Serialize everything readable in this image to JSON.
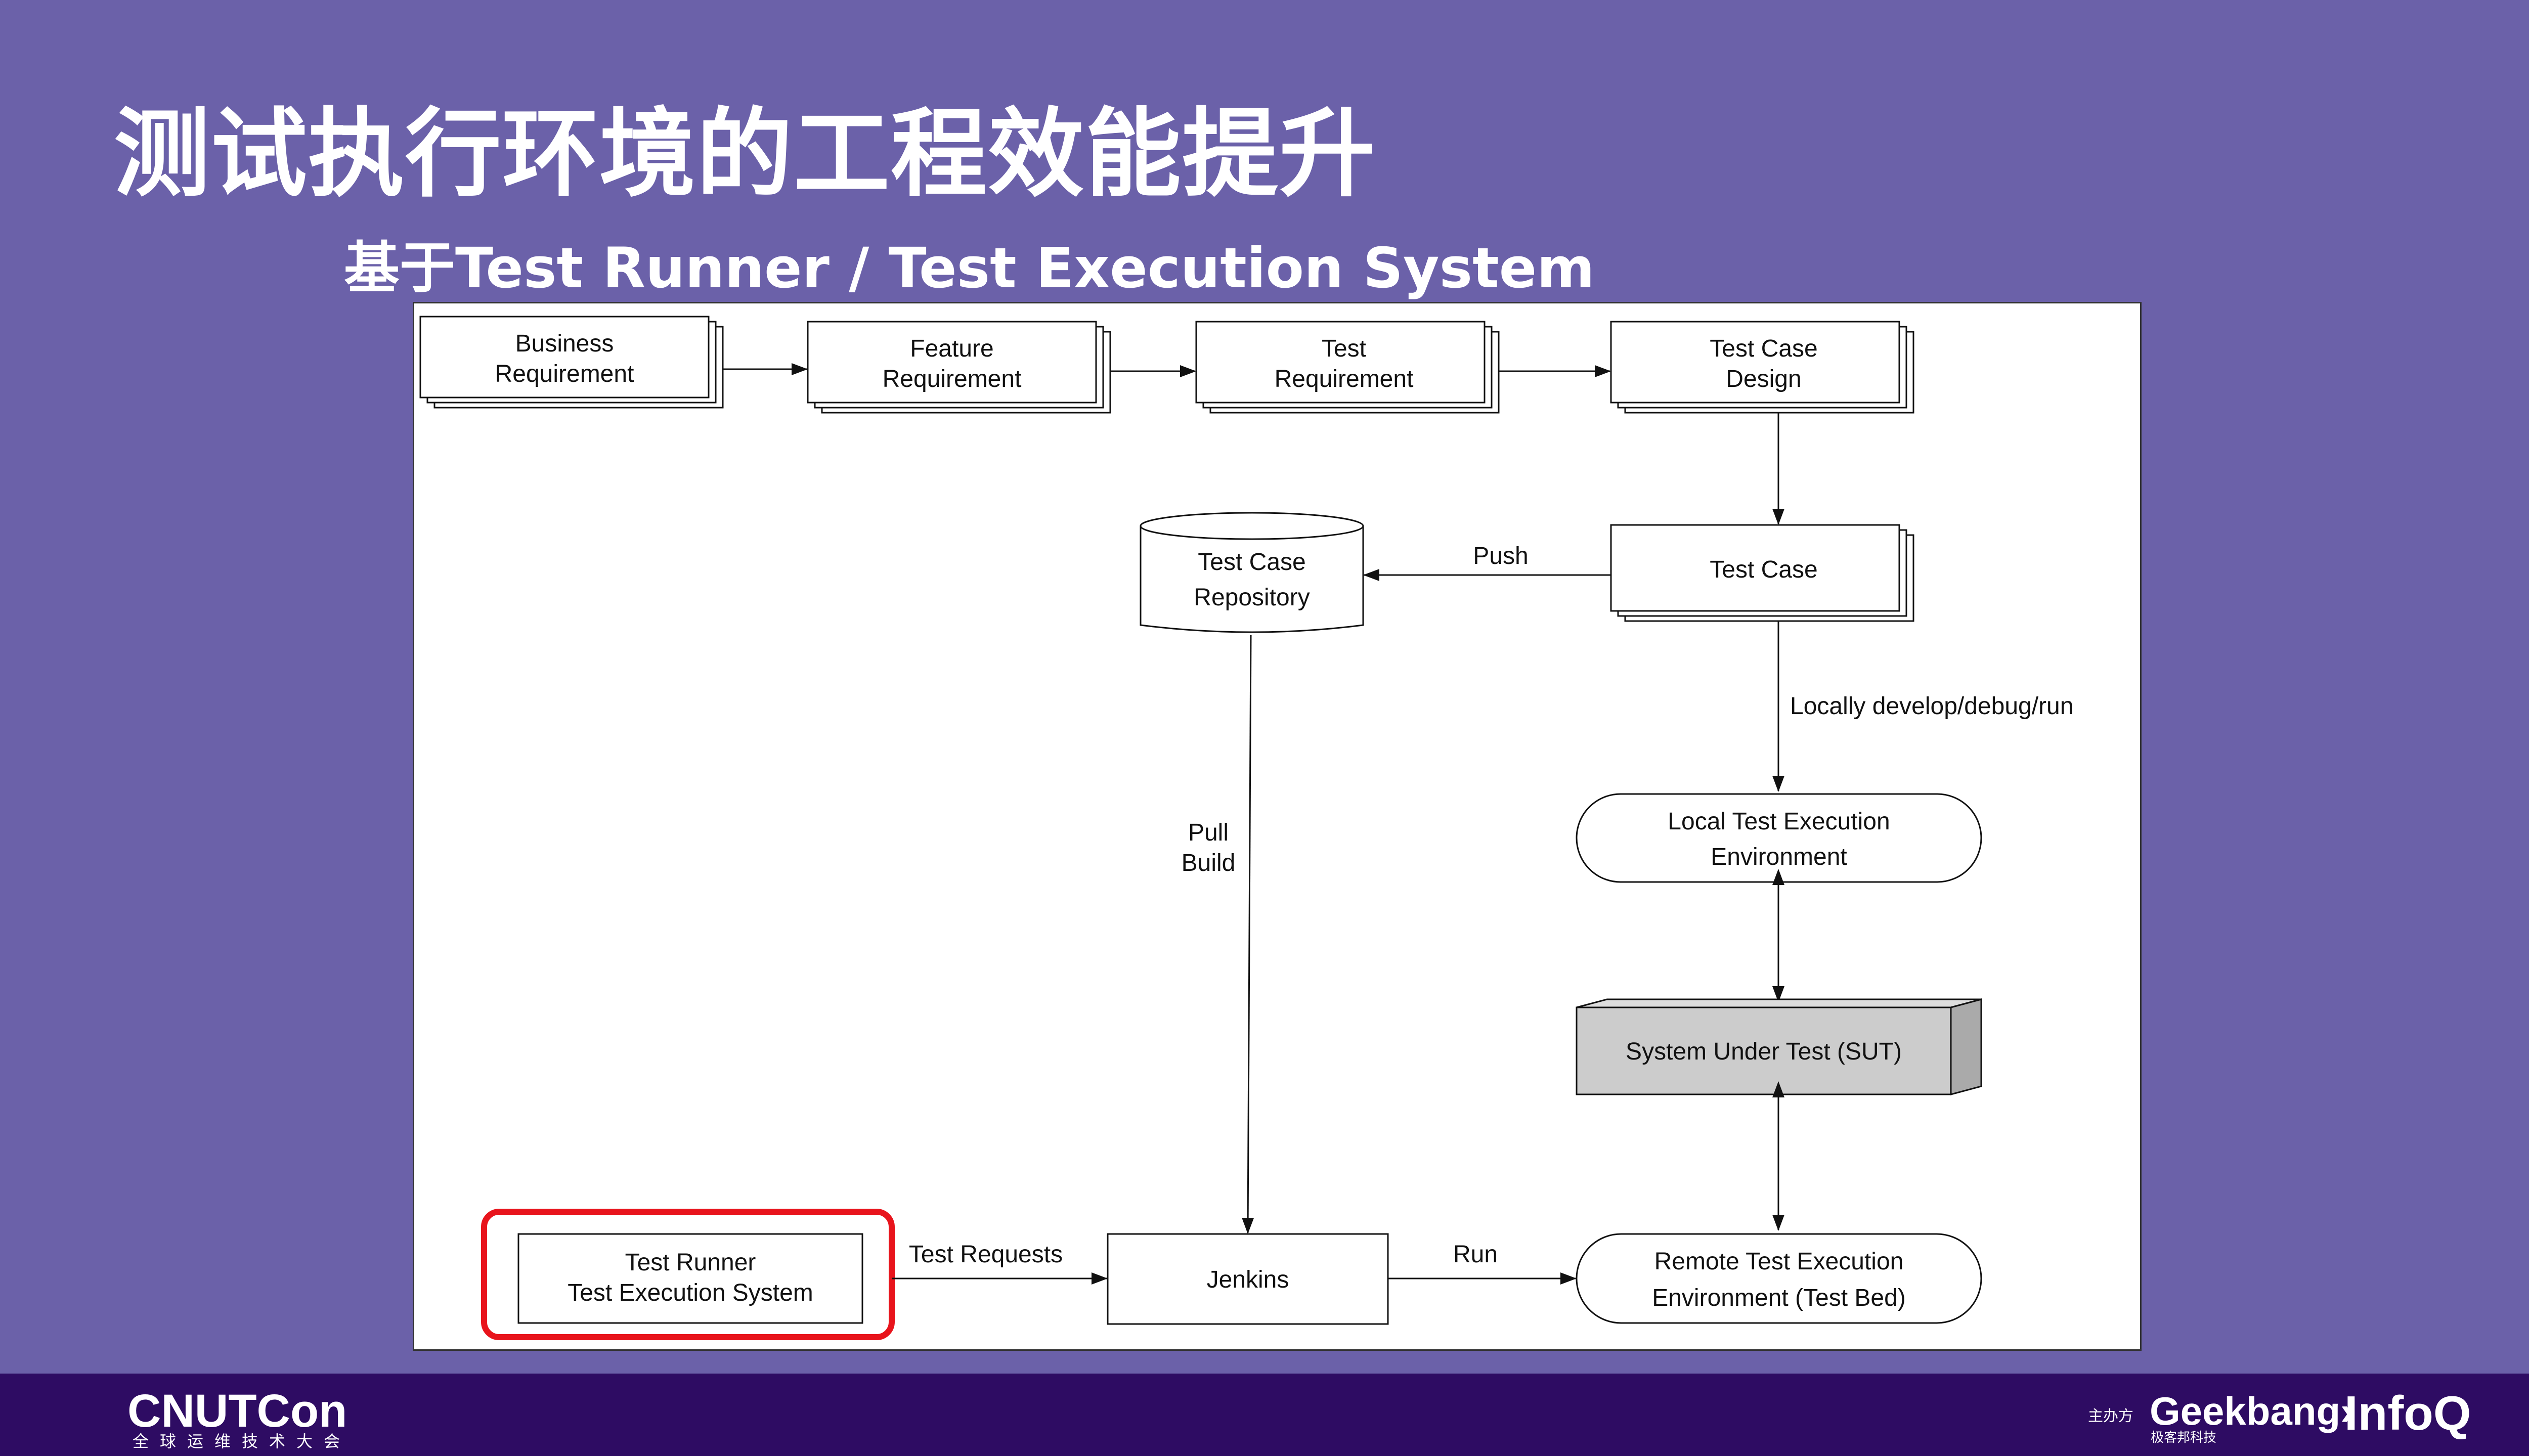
{
  "slide": {
    "title": "测试执行环境的工程效能提升",
    "subtitle": "基于Test Runner / Test Execution System"
  },
  "diagram": {
    "nodes": {
      "business_requirement": [
        "Business",
        "Requirement"
      ],
      "feature_requirement": [
        "Feature",
        "Requirement"
      ],
      "test_requirement": [
        "Test",
        "Requirement"
      ],
      "test_case_design": [
        "Test Case",
        "Design"
      ],
      "test_case": [
        "Test Case"
      ],
      "test_case_repository": [
        "Test Case",
        "Repository"
      ],
      "local_env": [
        "Local Test Execution",
        "Environment"
      ],
      "sut": [
        "System Under Test (SUT)"
      ],
      "remote_env": [
        "Remote Test Execution",
        "Environment (Test Bed)"
      ],
      "jenkins": [
        "Jenkins"
      ],
      "test_runner": [
        "Test Runner",
        "Test Execution System"
      ]
    },
    "edge_labels": {
      "push": "Push",
      "pull_build": [
        "Pull",
        "Build"
      ],
      "locally": "Locally develop/debug/run",
      "test_requests": "Test Requests",
      "run": "Run"
    },
    "colors": {
      "highlight": "#e8141c",
      "sut_fill": "#cccccc",
      "sut_side": "#aaaaaa"
    }
  },
  "footer": {
    "cnutcon": "CNUTCon",
    "cnutcon_sub": "全球运维技术大会",
    "sponsor_label": "主办方",
    "geekbang": "Geekbang›",
    "geekbang_sub": "极客邦科技",
    "infoq": "InfoQ"
  }
}
